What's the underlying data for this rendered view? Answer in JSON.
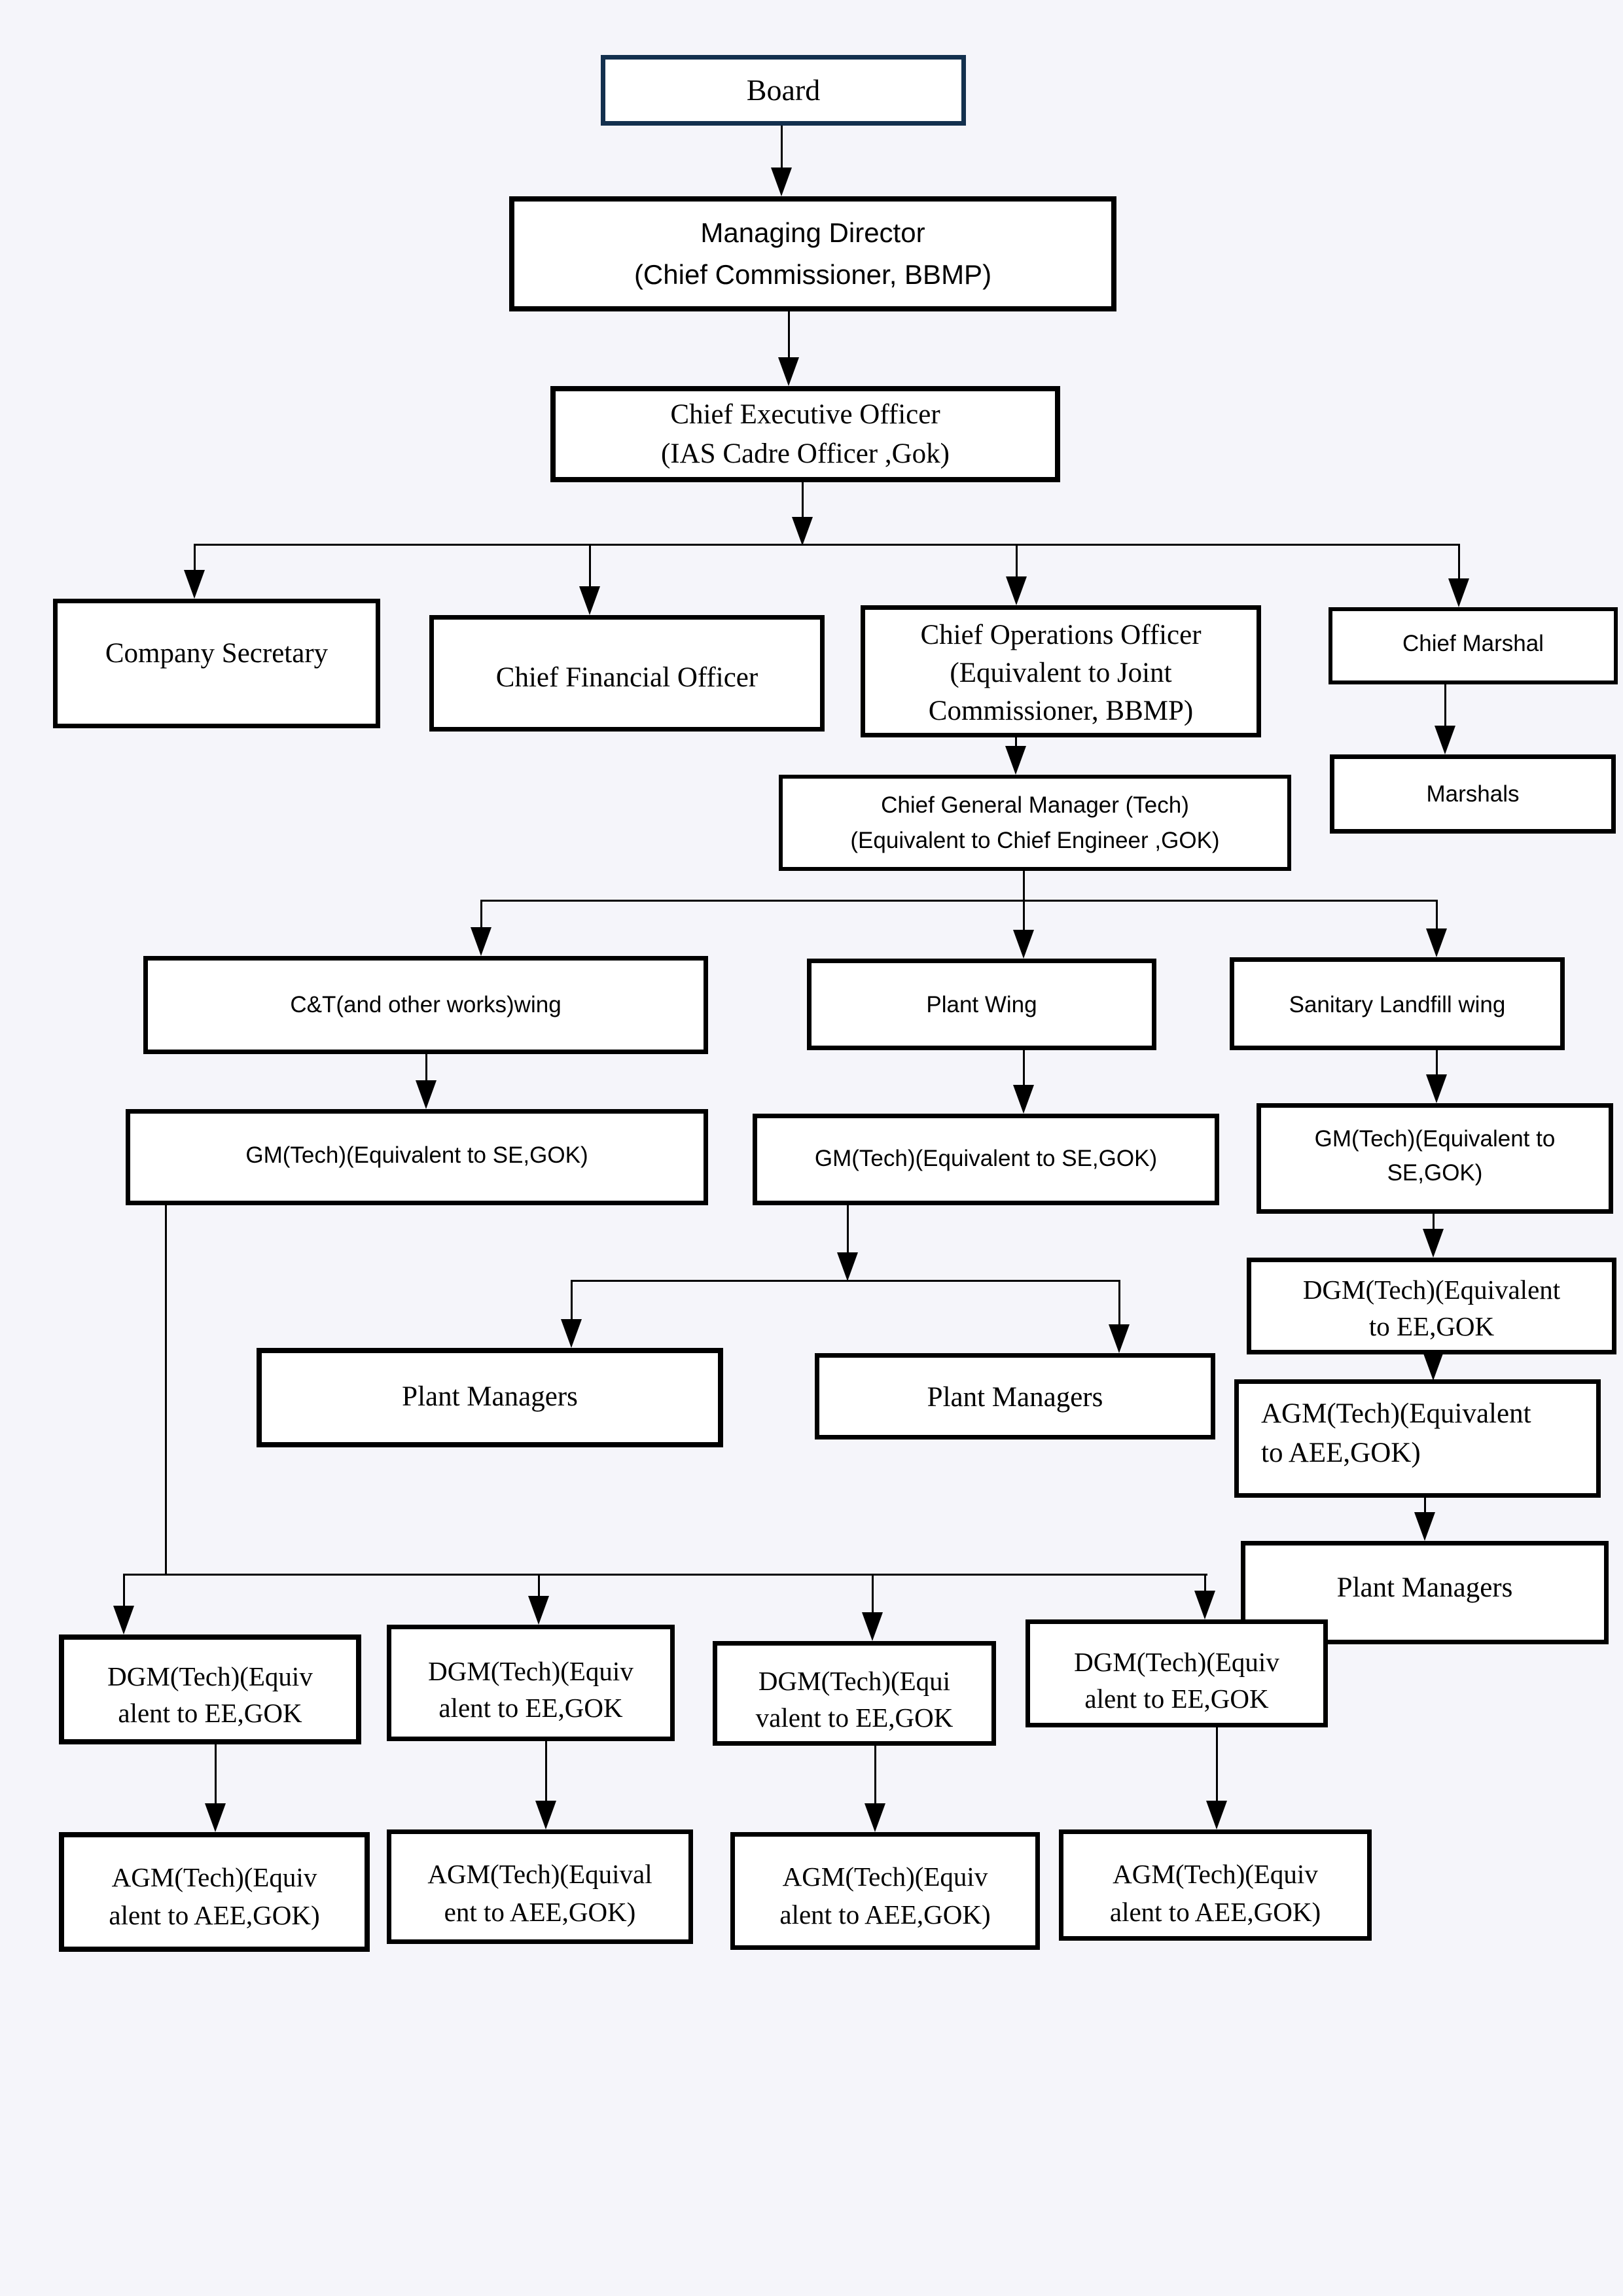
{
  "title": "Organization chart",
  "colors": {
    "background": "#F5F5FA",
    "box_fill": "#FFFFFF",
    "box_border": "#000000",
    "board_box_border": "#13304E",
    "connector_line": "#000000",
    "text": "#000000"
  },
  "nodes": {
    "board": {
      "lines": [
        "Board"
      ]
    },
    "managing_director": {
      "lines": [
        "Managing Director",
        "(Chief Commissioner, BBMP)"
      ]
    },
    "chief_executive_officer": {
      "lines": [
        "Chief Executive Officer",
        "(IAS Cadre Officer ,Gok)"
      ]
    },
    "company_secretary": {
      "lines": [
        "Company Secretary"
      ]
    },
    "chief_financial_officer": {
      "lines": [
        "Chief Financial Officer"
      ]
    },
    "chief_operations_officer": {
      "lines": [
        "Chief Operations Officer",
        "(Equivalent to Joint",
        "Commissioner, BBMP)"
      ]
    },
    "chief_marshal": {
      "lines": [
        "Chief Marshal"
      ]
    },
    "marshals": {
      "lines": [
        "Marshals"
      ]
    },
    "chief_general_manager": {
      "lines": [
        "Chief General Manager (Tech)",
        "(Equivalent to Chief Engineer ,GOK)"
      ]
    },
    "ct_wing": {
      "lines": [
        "C&T(and other works)wing"
      ]
    },
    "plant_wing": {
      "lines": [
        "Plant Wing"
      ]
    },
    "sanitary_landfill_wing": {
      "lines": [
        "Sanitary Landfill wing"
      ]
    },
    "gm_ct": {
      "lines": [
        "GM(Tech)(Equivalent to SE,GOK)"
      ]
    },
    "gm_plant": {
      "lines": [
        "GM(Tech)(Equivalent to SE,GOK)"
      ]
    },
    "gm_sanitary": {
      "lines": [
        "GM(Tech)(Equivalent to",
        "SE,GOK)"
      ]
    },
    "dgm_sanitary": {
      "lines": [
        "DGM(Tech)(Equivalent",
        "to EE,GOK"
      ]
    },
    "agm_sanitary": {
      "lines": [
        "AGM(Tech)(Equivalent",
        "to AEE,GOK)"
      ]
    },
    "plant_managers_sanitary": {
      "lines": [
        "Plant Managers"
      ]
    },
    "plant_managers_left": {
      "lines": [
        "Plant Managers"
      ]
    },
    "plant_managers_mid": {
      "lines": [
        "Plant Managers"
      ]
    },
    "dgm_1": {
      "lines": [
        "DGM(Tech)(Equiv",
        "alent to EE,GOK"
      ]
    },
    "dgm_2": {
      "lines": [
        "DGM(Tech)(Equiv",
        "alent to EE,GOK"
      ]
    },
    "dgm_3": {
      "lines": [
        "DGM(Tech)(Equi",
        "valent to EE,GOK"
      ]
    },
    "dgm_4": {
      "lines": [
        "DGM(Tech)(Equiv",
        "alent to EE,GOK"
      ]
    },
    "agm_1": {
      "lines": [
        "AGM(Tech)(Equiv",
        "alent to AEE,GOK)"
      ]
    },
    "agm_2": {
      "lines": [
        "AGM(Tech)(Equival",
        "ent to AEE,GOK)"
      ]
    },
    "agm_3": {
      "lines": [
        "AGM(Tech)(Equiv",
        "alent to AEE,GOK)"
      ]
    },
    "agm_4": {
      "lines": [
        "AGM(Tech)(Equiv",
        "alent to AEE,GOK)"
      ]
    }
  }
}
